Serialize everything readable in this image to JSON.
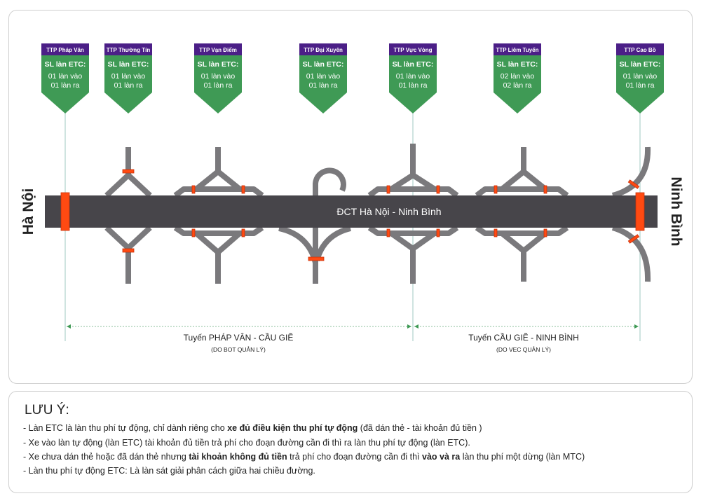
{
  "colors": {
    "header": "#4b1f87",
    "pin": "#3f9a55",
    "road": "#7a797c",
    "highway": "#47454a",
    "gate": "#ff4a12",
    "guide": "#9fc9c0"
  },
  "diagram": {
    "highway_label": "ĐCT Hà Nội - Ninh Bình",
    "left_end": "Hà Nội",
    "right_end": "Ninh Bình",
    "stations": [
      {
        "name": "TTP Pháp Vân",
        "etc_label": "SL làn ETC:",
        "in": "01 làn vào",
        "out": "01 làn ra"
      },
      {
        "name": "TTP Thường Tín",
        "etc_label": "SL làn ETC:",
        "in": "01 làn vào",
        "out": "01 làn ra"
      },
      {
        "name": "TTP Vạn Điểm",
        "etc_label": "SL làn ETC:",
        "in": "01 làn vào",
        "out": "01 làn ra"
      },
      {
        "name": "TTP Đại Xuyên",
        "etc_label": "SL làn ETC:",
        "in": "01 làn vào",
        "out": "01 làn ra"
      },
      {
        "name": "TTP Vực Vòng",
        "etc_label": "SL làn ETC:",
        "in": "01 làn vào",
        "out": "01 làn ra"
      },
      {
        "name": "TTP Liêm Tuyến",
        "etc_label": "SL làn ETC:",
        "in": "02 làn vào",
        "out": "02 làn ra"
      },
      {
        "name": "TTP Cao Bồ",
        "etc_label": "SL làn ETC:",
        "in": "01 làn vào",
        "out": "01 làn ra"
      }
    ],
    "sections": [
      {
        "title": "Tuyến PHÁP VÂN - CẦU GIẼ",
        "subtitle": "(DO BOT QUẢN LÝ)"
      },
      {
        "title": "Tuyến CẦU GIẼ - NINH BÌNH",
        "subtitle": "(DO VEC QUẢN LÝ)"
      }
    ]
  },
  "notes": {
    "title": "LƯU Ý:",
    "items": [
      {
        "a": "- Làn ETC là làn thu phí tự động, chỉ dành riêng cho ",
        "b": "xe đủ điều kiện thu phí tự động",
        "c": " (đã dán thẻ - tài khoản đủ tiền )"
      },
      {
        "a": "- Xe vào làn tự động (làn ETC) tài khoản đủ tiền trả phí cho đoạn đường cần đi thì ra làn thu phí tự động (làn ETC)."
      },
      {
        "a": "- Xe chưa dán thẻ hoặc đã dán thẻ nhưng ",
        "b": "tài khoản không đủ tiền",
        "c": " trả phí cho đoạn đường cần đi thì ",
        "d": "vào và ra",
        "e": " làn thu phí một dừng (làn MTC)"
      },
      {
        "a": "- Làn thu phí tự động ETC: Là làn sát giải phân cách giữa hai chiều đường."
      }
    ]
  }
}
